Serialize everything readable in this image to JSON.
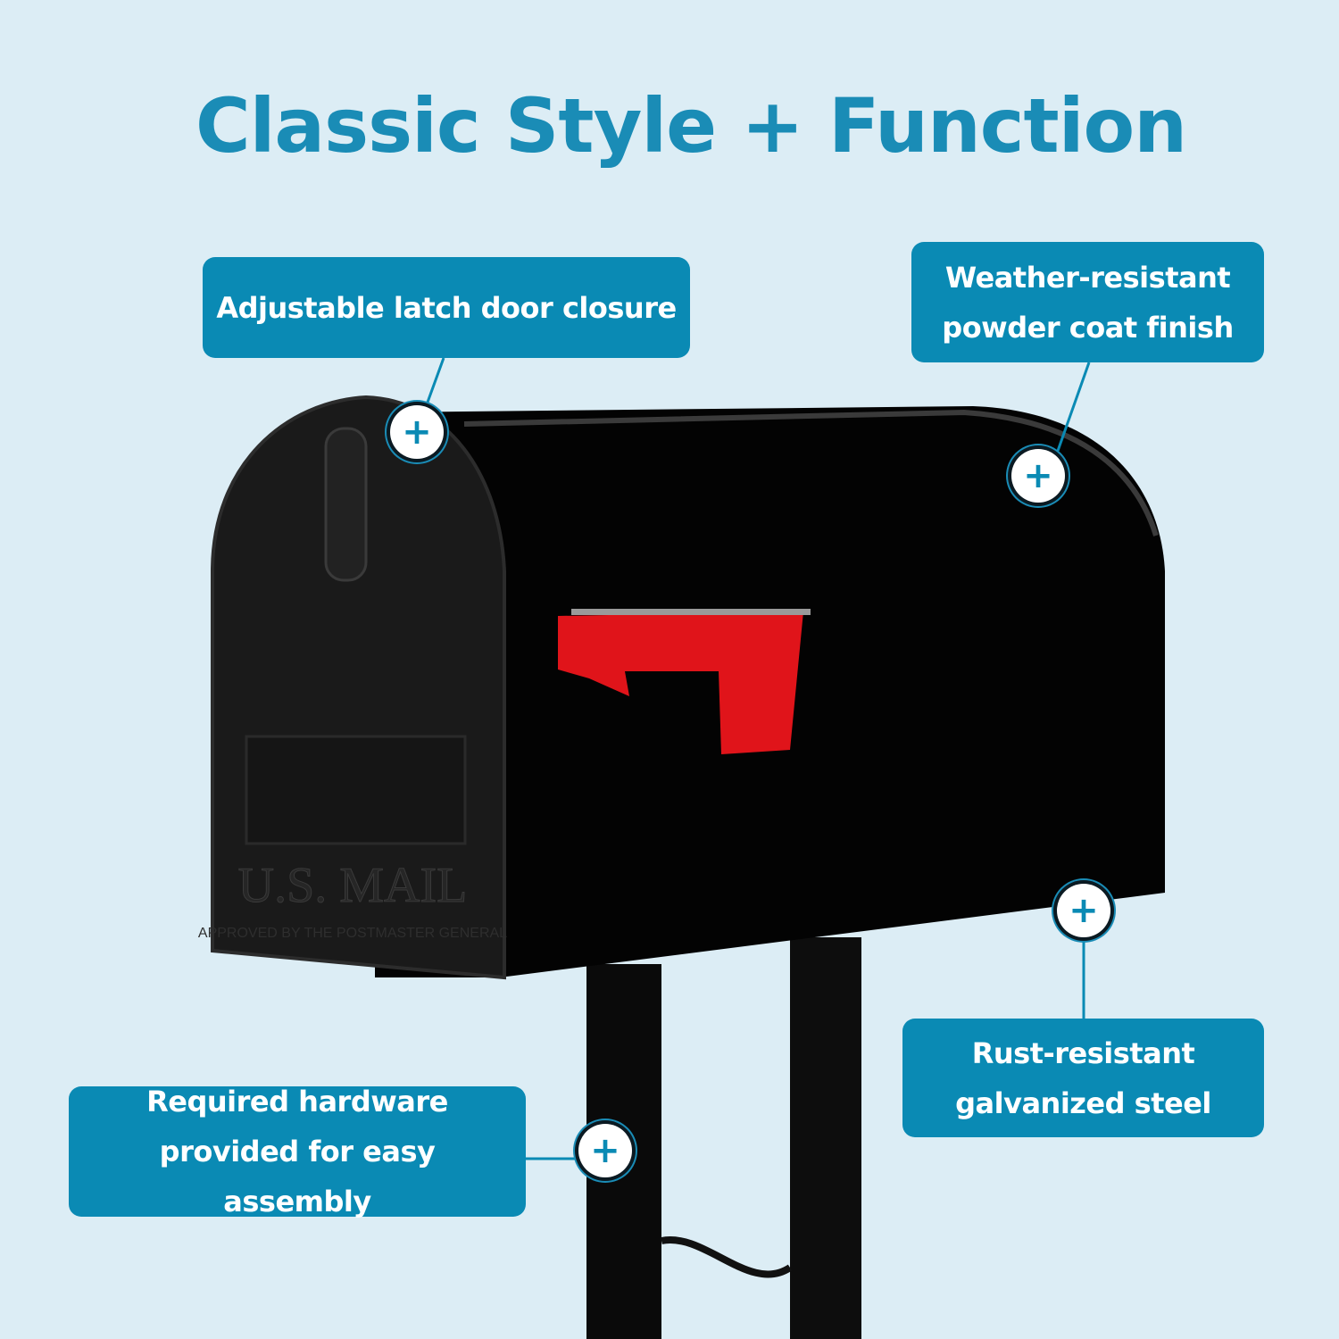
{
  "title": "Classic Style + Function",
  "colors": {
    "background": "#dcedf5",
    "accent": "#0a8ab4",
    "title": "#1a8cb6",
    "mailbox": "#050505",
    "flag": "#e0141a"
  },
  "product_embossing": {
    "main": "U.S. MAIL",
    "sub": "APPROVED BY THE POSTMASTER GENERAL"
  },
  "callouts": [
    {
      "text": "Adjustable latch door closure",
      "icon": "plus-icon"
    },
    {
      "text": "Weather-resistant powder coat finish",
      "icon": "plus-icon"
    },
    {
      "text": "Rust-resistant galvanized steel",
      "icon": "plus-icon"
    },
    {
      "text": "Required hardware provided for easy assembly",
      "icon": "plus-icon"
    }
  ],
  "plus_symbol": "+"
}
